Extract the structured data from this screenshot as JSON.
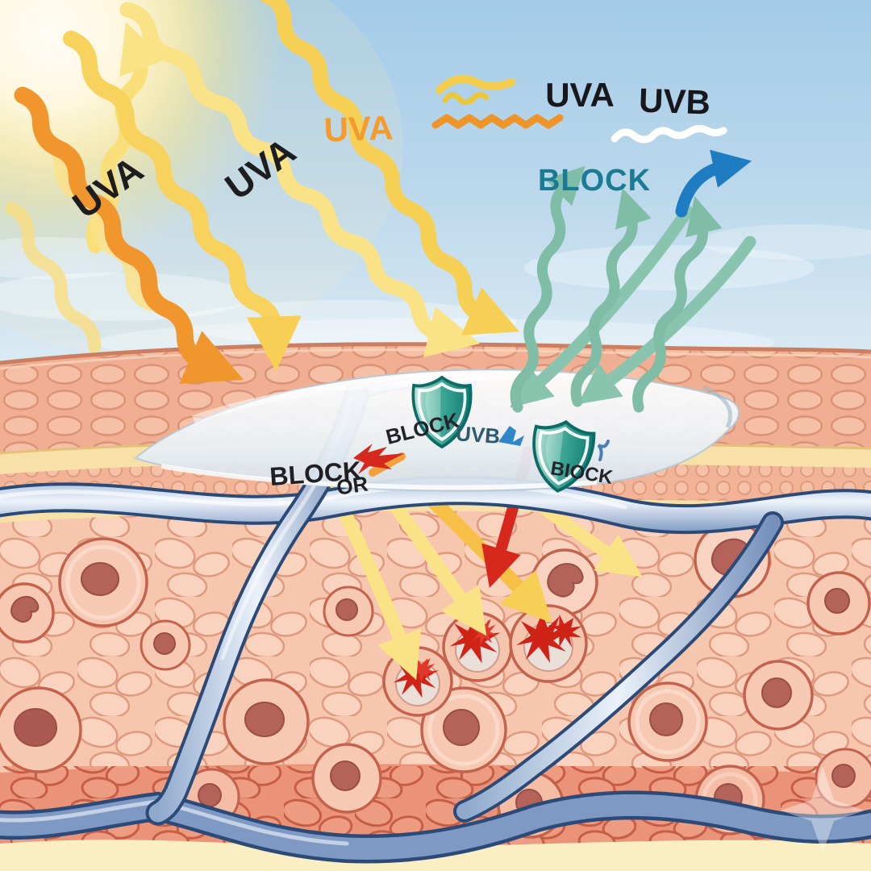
{
  "rays": {
    "label_1": "UVA",
    "label_2": "UVA",
    "label_3": "UVA"
  },
  "legend": {
    "uva_label": "UVA",
    "uvb_label": "UVB",
    "block_label": "BLOCK"
  },
  "sunscreen_shields": {
    "shield_1_label": "BLOCK",
    "shield_1_sub_label": "UVB",
    "shield_2_label": "BIOCK"
  },
  "dermis_labels": {
    "block_label": "BLOCK",
    "or_label": "OR"
  },
  "colors": {
    "uva_yellow": "#f7d25c",
    "uva_pale": "#fae386",
    "uva_orange": "#f0962d",
    "uvb_white": "#ffffff",
    "block_teal_text": "#1b7b92",
    "reflect_arrow_blue": "#1d7cc2",
    "teal_arrow": "#7fbda6",
    "shield_teal": "#14847a",
    "damage_red": "#d6281c",
    "skin_pink": "#f3b89d",
    "vessel_blue": "#7e9ac4",
    "sunscreen_white": "#e9eff5",
    "label_black": "#1d1d20"
  }
}
